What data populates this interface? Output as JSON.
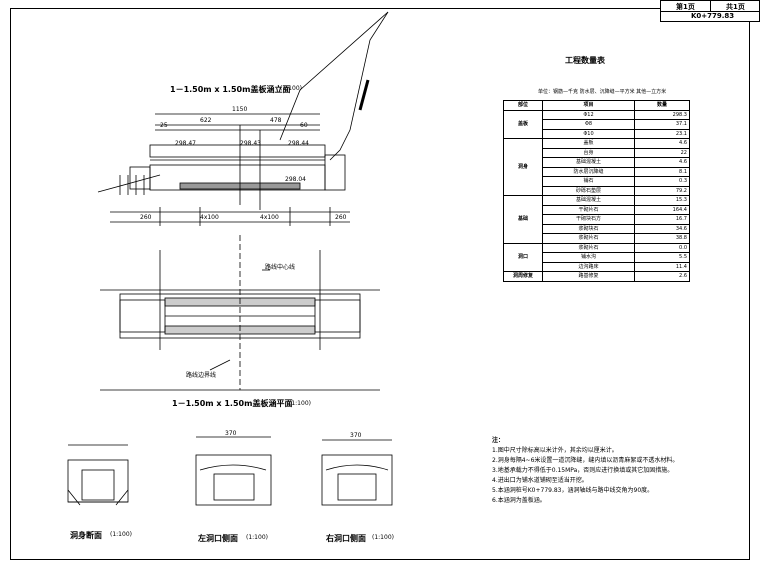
{
  "sheet": {
    "page": "第1页",
    "total": "共1页",
    "station": "K0+779.83"
  },
  "elevation": {
    "title": "1－1.50m x 1.50m盖板涵立面",
    "scale": "(1:100)"
  },
  "plan": {
    "title": "1－1.50m x 1.50m盖板涵平面",
    "scale": "(1:100)",
    "label1": "路线中心线",
    "label2": "路线边界线"
  },
  "sections": [
    {
      "title": "洞身断面",
      "scale": "(1:100)"
    },
    {
      "title": "左洞口侧面",
      "scale": "(1:100)"
    },
    {
      "title": "右洞口侧面",
      "scale": "(1:100)"
    }
  ],
  "table": {
    "title": "工程数量表",
    "unit": "单位：钢筋—千克  防水层、沉降缝—平方米  其他—立方米",
    "headers": [
      "部位",
      "项目",
      "数量"
    ],
    "groups": [
      {
        "name": "盖板",
        "rows": [
          [
            "Φ12",
            "298.3"
          ],
          [
            "Φ8",
            "37.1"
          ],
          [
            "Φ10",
            "23.1"
          ]
        ]
      },
      {
        "name": "洞身",
        "rows": [
          [
            "盖板",
            "4.6"
          ],
          [
            "台身",
            "22"
          ],
          [
            "基础混凝土",
            "4.6"
          ],
          [
            "防水层沉降缝",
            "8.1"
          ],
          [
            "铺石",
            "0.3"
          ],
          [
            "砂砾石垫层",
            "79.2"
          ]
        ]
      },
      {
        "name": "基础",
        "rows": [
          [
            "基础混凝土",
            "15.3"
          ],
          [
            "干砌片石",
            "164.4"
          ],
          [
            "干砌块石方",
            "16.7"
          ],
          [
            "浆砌块石",
            "34.6"
          ],
          [
            "浆砌片石",
            "38.8"
          ]
        ]
      },
      {
        "name": "洞口",
        "rows": [
          [
            "浆砌片石",
            "0.0"
          ],
          [
            "铺水沟",
            "5.5"
          ],
          [
            "边沟路床",
            "11.4"
          ]
        ]
      },
      {
        "name": "洞周修复",
        "rows": [
          [
            "路基修复",
            "2.6"
          ]
        ]
      }
    ]
  },
  "notes": {
    "title": "注：",
    "items": [
      "1.图中尺寸除标高以米计外，其余均以厘米计。",
      "2.洞身每隔4~6米设置一道沉降缝，缝内填以沥青麻絮或不透水材料。",
      "3.地基承载力不得低于0.15MPa，否则应进行换填或其它加固措施。",
      "4.进出口为铺水道铺砌至适当开挖。",
      "5.本涵洞桩号K0+779.83，涵洞轴线与路中线交角为90度。",
      "6.本涵洞为盖板涵。"
    ]
  },
  "dims": {
    "d1": "1150",
    "d2": "622",
    "d3": "478",
    "d4": "25",
    "d5": "60",
    "e1": "298.47",
    "e2": "298.43",
    "e3": "298.44",
    "e4": "298.04",
    "w1": "260",
    "w2": "4x100",
    "w3": "4x100",
    "w4": "260",
    "s1": "370",
    "s2": "370"
  }
}
